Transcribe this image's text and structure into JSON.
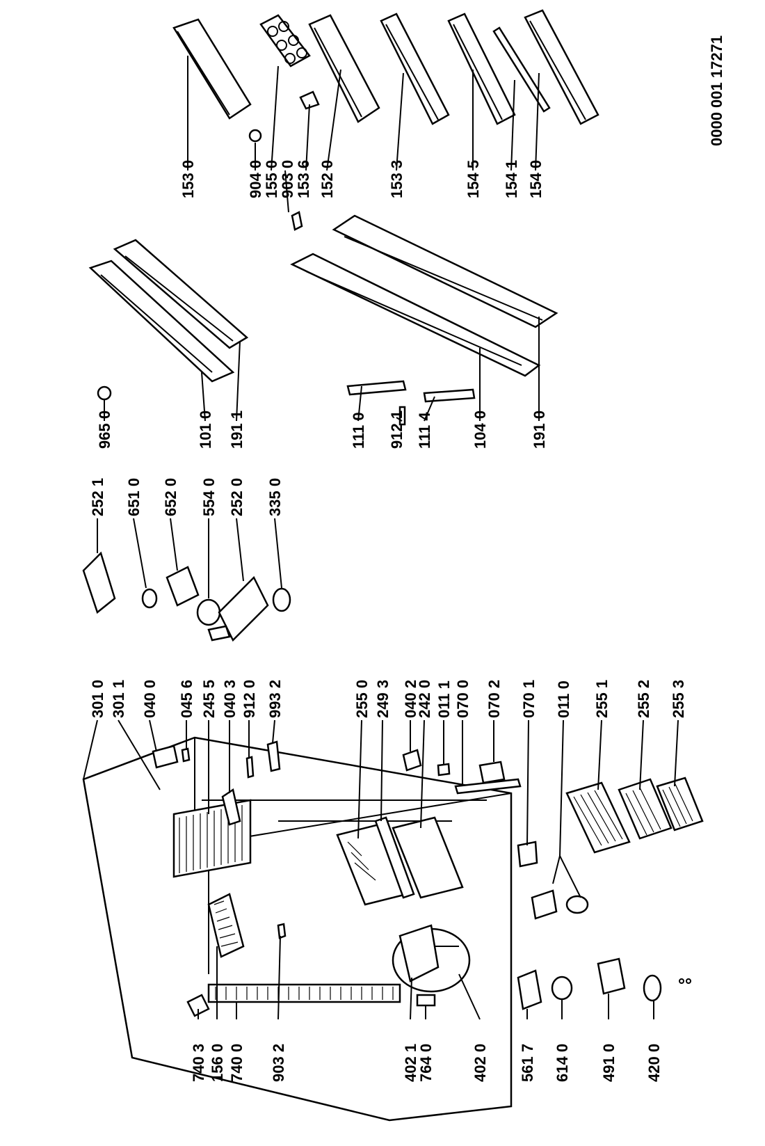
{
  "document_code": "0000 001 17271",
  "parts": [
    {
      "id": "p1530",
      "code": "153 0"
    },
    {
      "id": "p9040",
      "code": "904 0"
    },
    {
      "id": "p1550",
      "code": "155 0"
    },
    {
      "id": "p9030",
      "code": "903 0"
    },
    {
      "id": "p1536",
      "code": "153 6"
    },
    {
      "id": "p1520",
      "code": "152 0"
    },
    {
      "id": "p1533",
      "code": "153 3"
    },
    {
      "id": "p1545",
      "code": "154 5"
    },
    {
      "id": "p1541",
      "code": "154 1"
    },
    {
      "id": "p1540",
      "code": "154 0"
    },
    {
      "id": "p9650",
      "code": "965 0"
    },
    {
      "id": "p1010",
      "code": "101 0"
    },
    {
      "id": "p1911",
      "code": "191 1"
    },
    {
      "id": "p1110",
      "code": "111 0"
    },
    {
      "id": "p9121",
      "code": "912 1"
    },
    {
      "id": "p1114",
      "code": "111 4"
    },
    {
      "id": "p1040",
      "code": "104 0"
    },
    {
      "id": "p1910",
      "code": "191 0"
    },
    {
      "id": "p2521",
      "code": "252 1"
    },
    {
      "id": "p6510",
      "code": "651 0"
    },
    {
      "id": "p6520",
      "code": "652 0"
    },
    {
      "id": "p5540",
      "code": "554 0"
    },
    {
      "id": "p2520",
      "code": "252 0"
    },
    {
      "id": "p3350",
      "code": "335 0"
    },
    {
      "id": "p3010",
      "code": "301 0"
    },
    {
      "id": "p3011",
      "code": "301 1"
    },
    {
      "id": "p0400",
      "code": "040 0"
    },
    {
      "id": "p0456",
      "code": "045 6"
    },
    {
      "id": "p2455",
      "code": "245 5"
    },
    {
      "id": "p0403",
      "code": "040 3"
    },
    {
      "id": "p9120",
      "code": "912 0"
    },
    {
      "id": "p9932",
      "code": "993 2"
    },
    {
      "id": "p2550",
      "code": "255 0"
    },
    {
      "id": "p2493",
      "code": "249 3"
    },
    {
      "id": "p0402",
      "code": "040 2"
    },
    {
      "id": "p2420",
      "code": "242 0"
    },
    {
      "id": "p0111",
      "code": "011 1"
    },
    {
      "id": "p0700",
      "code": "070 0"
    },
    {
      "id": "p0702",
      "code": "070 2"
    },
    {
      "id": "p0701",
      "code": "070 1"
    },
    {
      "id": "p0110",
      "code": "011 0"
    },
    {
      "id": "p2551",
      "code": "255 1"
    },
    {
      "id": "p2552",
      "code": "255 2"
    },
    {
      "id": "p2553",
      "code": "255 3"
    },
    {
      "id": "p7403",
      "code": "740 3"
    },
    {
      "id": "p1560",
      "code": "156 0"
    },
    {
      "id": "p7400",
      "code": "740 0"
    },
    {
      "id": "p9032",
      "code": "903 2"
    },
    {
      "id": "p4021",
      "code": "402 1"
    },
    {
      "id": "p7640",
      "code": "764 0"
    },
    {
      "id": "p4020",
      "code": "402 0"
    },
    {
      "id": "p5617",
      "code": "561 7"
    },
    {
      "id": "p6140",
      "code": "614 0"
    },
    {
      "id": "p4910",
      "code": "491 0"
    },
    {
      "id": "p4200",
      "code": "420 0"
    }
  ]
}
